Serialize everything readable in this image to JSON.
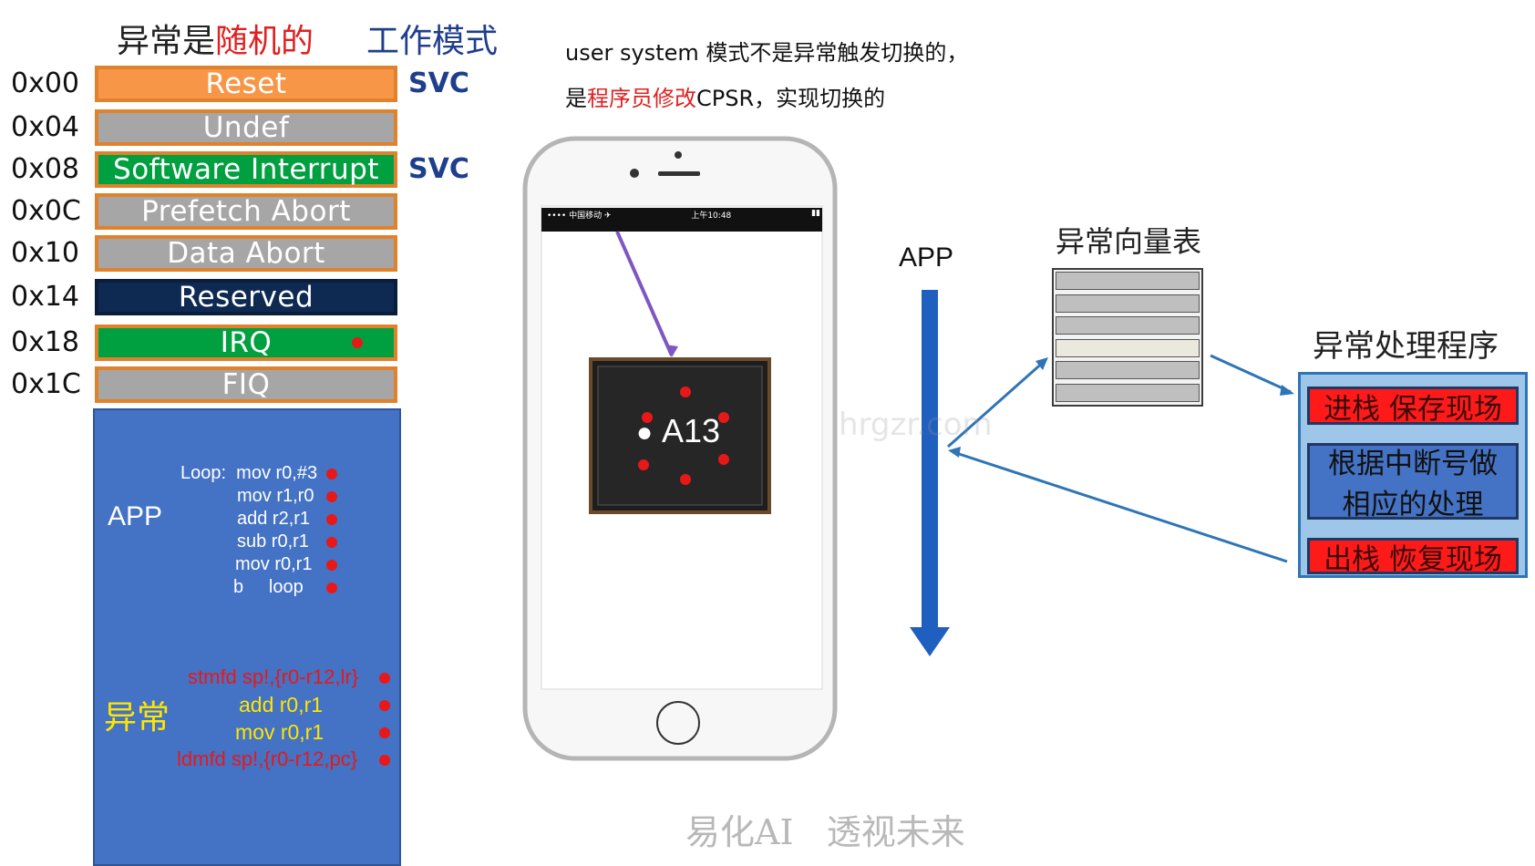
{
  "headers": {
    "part1": "异常是",
    "part2": "随机的",
    "mode": "工作模式"
  },
  "notes": {
    "line1": "user system 模式不是异常触发切换的，",
    "line2_a": "是",
    "line2_b": "程序员修改",
    "line2_c": "CPSR，实现切换的"
  },
  "vector_table": [
    {
      "addr": "0x00",
      "name": "Reset",
      "color": "#f79646",
      "mode": "SVC"
    },
    {
      "addr": "0x04",
      "name": "Undef",
      "color": "#a6a6a6",
      "mode": ""
    },
    {
      "addr": "0x08",
      "name": "Software  Interrupt",
      "color": "#00a040",
      "mode": "SVC"
    },
    {
      "addr": "0x0C",
      "name": "Prefetch  Abort",
      "color": "#a6a6a6",
      "mode": ""
    },
    {
      "addr": "0x10",
      "name": "Data  Abort",
      "color": "#a6a6a6",
      "mode": ""
    },
    {
      "addr": "0x14",
      "name": "Reserved",
      "color": "#0f2a52",
      "mode": ""
    },
    {
      "addr": "0x18",
      "name": "IRQ",
      "color": "#00a040",
      "mode": ""
    },
    {
      "addr": "0x1C",
      "name": "FIQ",
      "color": "#a6a6a6",
      "mode": ""
    }
  ],
  "memory": {
    "app_label": "APP",
    "app_code": [
      "Loop:  mov r0,#3",
      "mov r1,r0",
      "add r2,r1",
      "sub r0,r1",
      "mov r0,r1",
      "b     loop"
    ],
    "exc_label": "异常",
    "exc_code": [
      {
        "text": "stmfd sp!,{r0-r12,lr}",
        "color": "red"
      },
      {
        "text": "add r0,r1",
        "color": "yellow"
      },
      {
        "text": "mov r0,r1",
        "color": "yellow"
      },
      {
        "text": "ldmfd sp!,{r0-r12,pc}",
        "color": "red"
      }
    ]
  },
  "phone": {
    "chip_label": "A13",
    "status_bar": [
      "•••• 中国移动 ✈",
      "上午10:48",
      "▮▮"
    ]
  },
  "app_arrow_label": "APP",
  "vector_table_title": "异常向量表",
  "handler": {
    "title": "异常处理程序",
    "steps": [
      "进栈  保存现场",
      "根据中断号做相应的处理",
      "出栈  恢复现场"
    ]
  },
  "watermark": "hrgzr.com",
  "footer": "易化AI   透视未来",
  "colors": {
    "accent_blue": "#4472c4",
    "red": "#e81818",
    "orange": "#f79646"
  }
}
